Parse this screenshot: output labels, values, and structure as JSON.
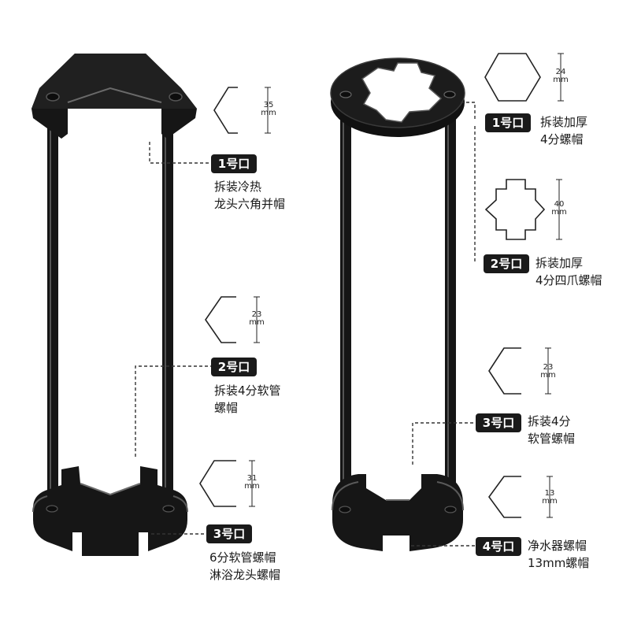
{
  "colors": {
    "tool": "#141414",
    "highlight": "#5a5a5a",
    "label_bg": "#1a1a1a",
    "line": "#333333"
  },
  "left_tool": {
    "ports": [
      {
        "badge": "1号口",
        "desc": [
          "拆装冷热",
          "龙头六角并帽"
        ],
        "size": "35",
        "unit": "mm"
      },
      {
        "badge": "2号口",
        "desc": [
          "拆装4分软管",
          "螺帽"
        ],
        "size": "23",
        "unit": "mm"
      },
      {
        "badge": "3号口",
        "desc": [
          "6分软管螺帽",
          "淋浴龙头螺帽"
        ],
        "size": "31",
        "unit": "mm"
      }
    ]
  },
  "right_tool": {
    "ports": [
      {
        "badge": "1号口",
        "desc": [
          "拆装加厚",
          "4分螺帽"
        ],
        "size": "24",
        "unit": "mm"
      },
      {
        "badge": "2号口",
        "desc": [
          "拆装加厚",
          "4分四爪螺帽"
        ],
        "size": "40",
        "unit": "mm"
      },
      {
        "badge": "3号口",
        "desc": [
          "拆装4分",
          "软管螺帽"
        ],
        "size": "23",
        "unit": "mm"
      },
      {
        "badge": "4号口",
        "desc": [
          "净水器螺帽",
          "13mm螺帽"
        ],
        "size": "13",
        "unit": "mm"
      }
    ]
  }
}
